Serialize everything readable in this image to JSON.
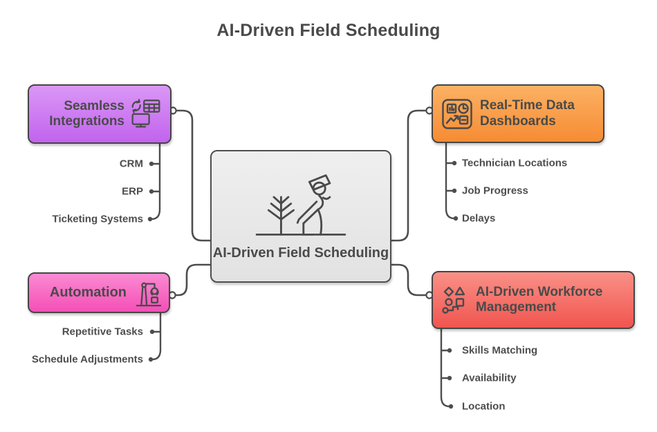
{
  "page_title": "AI-Driven Field Scheduling",
  "colors": {
    "line": "#4d4d4d",
    "text": "#4a4a4a",
    "seamless_integrations_fill": "#c96fee",
    "realtime_dashboards_fill": "#f79b43",
    "automation_fill": "#f667c2",
    "workforce_management_fill": "#f4716a",
    "center_fill": "#e9e9e9"
  },
  "center": {
    "title": "AI-Driven Field Scheduling",
    "icon": "farmer-planting-icon"
  },
  "branches": {
    "seamless_integrations": {
      "title": "Seamless Integrations",
      "icon": "systems-integration-icon",
      "items": [
        "CRM",
        "ERP",
        "Ticketing Systems"
      ]
    },
    "realtime_dashboards": {
      "title": "Real-Time Data Dashboards",
      "icon": "dashboard-icon",
      "items": [
        "Technician Locations",
        "Job Progress",
        "Delays"
      ]
    },
    "automation": {
      "title": "Automation",
      "icon": "robot-arm-icon",
      "items": [
        "Repetitive Tasks",
        "Schedule Adjustments"
      ]
    },
    "workforce_management": {
      "title": "AI-Driven Workforce Management",
      "icon": "shapes-classification-icon",
      "items": [
        "Skills Matching",
        "Availability",
        "Location"
      ]
    }
  }
}
